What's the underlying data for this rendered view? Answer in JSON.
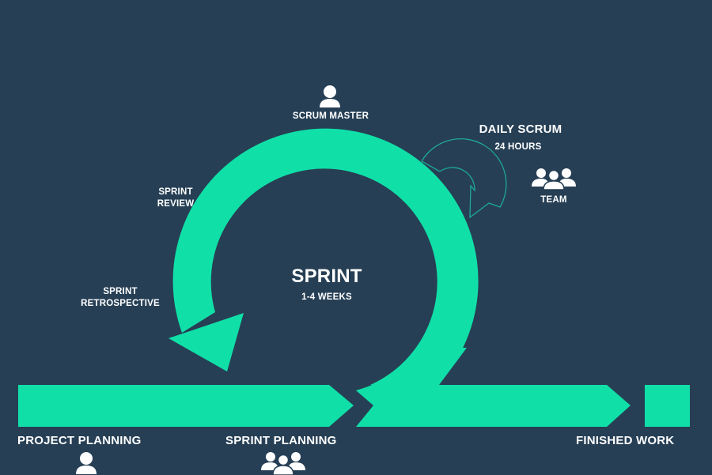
{
  "colors": {
    "background": "#263f55",
    "accent": "#10e0a8",
    "text": "#ffffff",
    "outline": "#1fa892"
  },
  "labels": {
    "scrum_master": "SCRUM MASTER",
    "daily_scrum": "DAILY SCRUM",
    "daily_scrum_duration": "24 HOURS",
    "team": "TEAM",
    "sprint_review_1": "SPRINT",
    "sprint_review_2": "REVIEW",
    "sprint_retro_1": "SPRINT",
    "sprint_retro_2": "RETROSPECTIVE",
    "sprint": "SPRINT",
    "sprint_duration": "1-4 WEEKS",
    "project_planning": "PROJECT PLANNING",
    "sprint_planning": "SPRINT PLANNING",
    "finished_work": "FINISHED WORK"
  },
  "icons": {
    "scrum_master": "person-icon",
    "team": "group-icon",
    "project_planning": "person-icon",
    "sprint_planning": "group-icon",
    "daily_scrum": "cycle-arrow-outline-icon"
  }
}
